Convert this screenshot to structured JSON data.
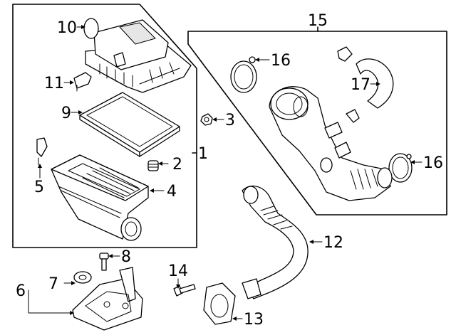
{
  "callouts": {
    "c1": "1",
    "c2": "2",
    "c3": "3",
    "c4": "4",
    "c5": "5",
    "c6": "6",
    "c7": "7",
    "c8": "8",
    "c9": "9",
    "c10": "10",
    "c11": "11",
    "c12": "12",
    "c13": "13",
    "c14": "14",
    "c15": "15",
    "c16a": "16",
    "c16b": "16",
    "c17": "17"
  },
  "colors": {
    "line": "#000000",
    "background": "#ffffff",
    "shade": "#e6e6e6"
  }
}
